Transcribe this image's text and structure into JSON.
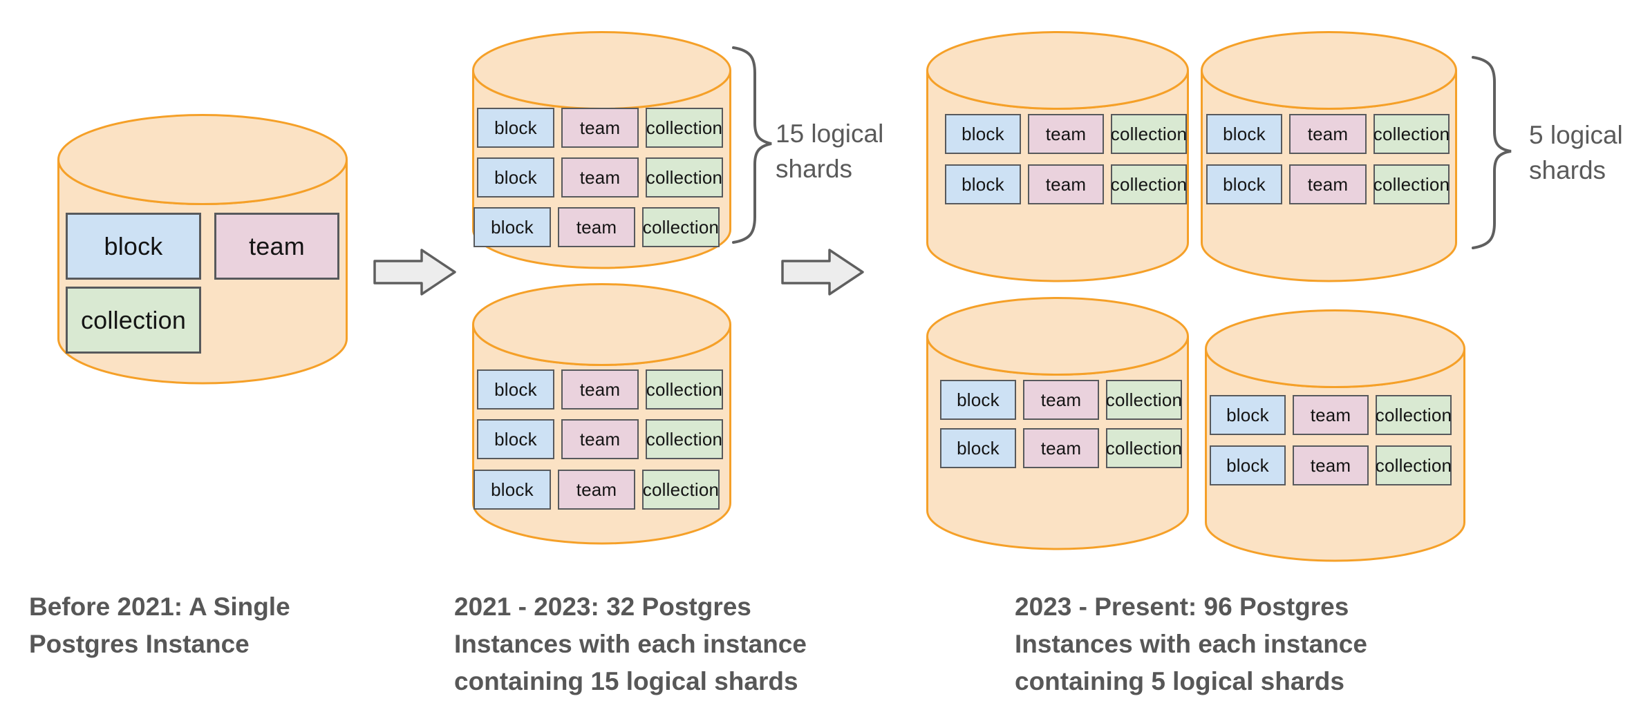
{
  "tables": {
    "block": "block",
    "team": "team",
    "collection": "collection"
  },
  "stage1": {
    "caption": [
      "Before 2021: A Single",
      "Postgres Instance"
    ]
  },
  "stage2": {
    "caption": [
      "2021 - 2023: 32 Postgres",
      "Instances with each instance",
      "containing 15 logical shards"
    ],
    "shard_label": [
      "15 logical",
      "shards"
    ],
    "instance_count": 32,
    "logical_shards_per_instance": 15
  },
  "stage3": {
    "caption": [
      "2023 - Present: 96 Postgres",
      "Instances with each instance",
      "containing 5 logical shards"
    ],
    "shard_label": [
      "5 logical",
      "shards"
    ],
    "instance_count": 96,
    "logical_shards_per_instance": 5
  },
  "colors": {
    "cylinder_fill": "#FBE2C4",
    "cylinder_stroke": "#F5A028",
    "block_fill": "#CDE1F4",
    "team_fill": "#EAD2DD",
    "collection_fill": "#D9E9D2",
    "box_border": "#57595C",
    "arrow_fill": "#EDEDED",
    "text_gray": "#575757"
  }
}
